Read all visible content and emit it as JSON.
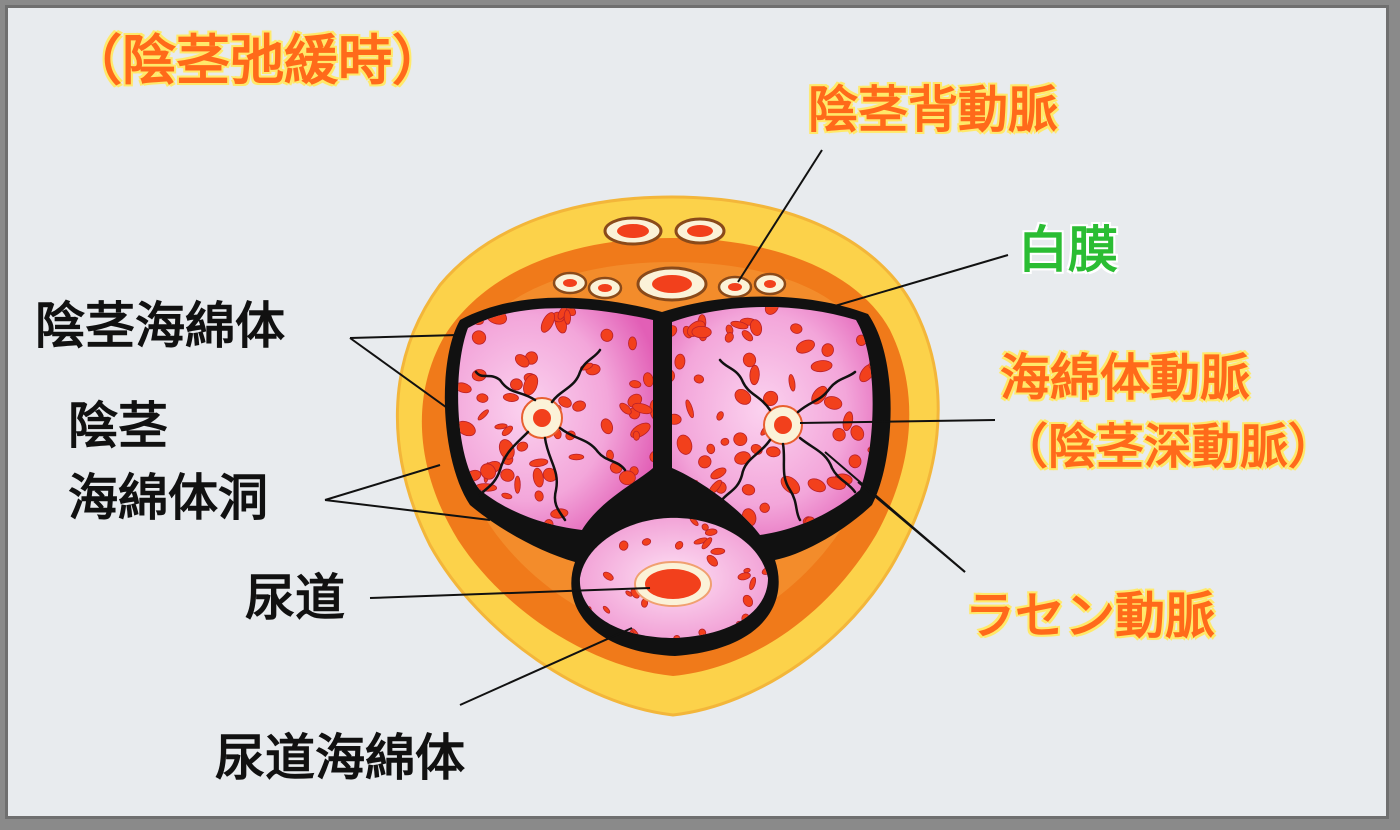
{
  "title": "（陰茎弛緩時）",
  "labels": {
    "dorsal_artery": "陰茎背動脈",
    "tunica": "白膜",
    "cavernosal_artery": "海綿体動脈",
    "deep_artery": "（陰茎深動脈）",
    "helicine_artery": "ラセン動脈",
    "corpus_cavernosum": "陰茎海綿体",
    "sinus_line1": "陰茎",
    "sinus_line2": "海綿体洞",
    "urethra": "尿道",
    "corpus_spongiosum": "尿道海綿体"
  },
  "colors": {
    "background": "#e8ebee",
    "title_orange": "#ff6a1a",
    "outline_yellow": "#ffe96a",
    "tunica_green": "#2bbd33",
    "skin_yellow": "#fcd24a",
    "fascia_orange": "#f07a1a",
    "tissue_pink": "#f2a0d8",
    "vessel_red": "#f2401c"
  }
}
